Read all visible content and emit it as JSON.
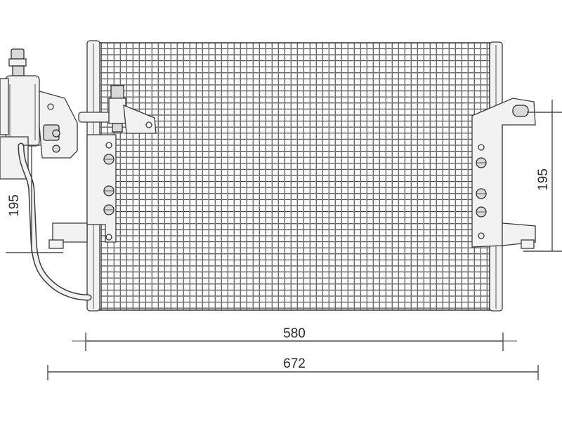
{
  "diagram": {
    "type": "technical-drawing",
    "subject_icon": "ac-condenser-icon",
    "dimensions": {
      "core_width": "580",
      "overall_width": "672",
      "left_height": "195",
      "right_height": "195"
    }
  }
}
